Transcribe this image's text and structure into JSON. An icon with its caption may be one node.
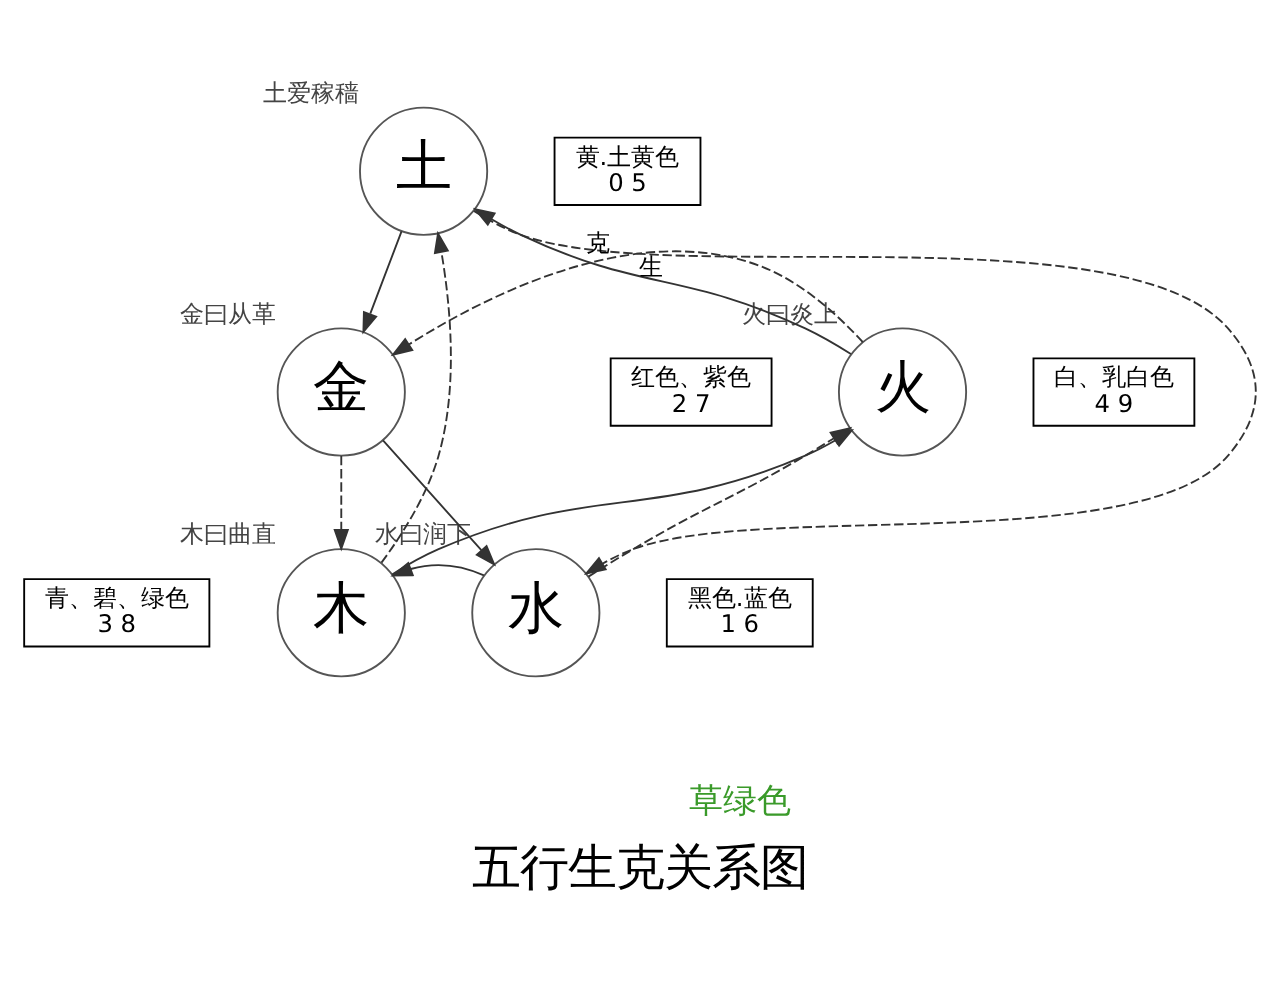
{
  "diagram": {
    "caption": "五行生克关系图",
    "nodes": [
      {
        "text": [
          "土"
        ],
        "beside": [
          "土爱稼穑"
        ]
      },
      {
        "text": [
          "火"
        ],
        "beside": [
          "火曰炎上"
        ]
      },
      {
        "text": [
          "金"
        ],
        "beside": [
          "金曰从革"
        ]
      },
      {
        "text": [
          "木"
        ],
        "beside": [
          "木曰曲直"
        ]
      },
      {
        "text": [
          "水"
        ],
        "beside": [
          "水曰润下"
        ]
      },
      {
        "text": [
          "黄.土黄色",
          "0 5"
        ]
      },
      {
        "text": [
          "红色、紫色",
          "2 7"
        ]
      },
      {
        "text": [
          "白、乳白色",
          "4 9"
        ]
      },
      {
        "text": [
          "青、碧、绿色",
          "3 8"
        ]
      },
      {
        "text": [
          "黑色.蓝色",
          "1 6"
        ]
      }
    ],
    "edges": [
      {
        "from": 3,
        "to": 1,
        "arrow": "to"
      },
      {
        "from": 1,
        "to": 0,
        "arrow": "to",
        "label": "生"
      },
      {
        "from": 0,
        "to": 2,
        "arrow": "to"
      },
      {
        "from": 2,
        "to": 4,
        "arrow": "to"
      },
      {
        "from": 4,
        "to": 3,
        "arrow": "to"
      },
      {
        "from": 1,
        "to": 2,
        "arrow": "to",
        "style": "dashed",
        "label": "克"
      },
      {
        "from": 2,
        "to": 3,
        "arrow": "to",
        "style": "dashed"
      },
      {
        "from": 3,
        "to": 0,
        "arrow": "to",
        "style": "dashed"
      },
      {
        "from": 0,
        "to": 4,
        "arrow": "to",
        "style": "dashed"
      },
      {
        "from": 4,
        "to": 1,
        "arrow": "to",
        "style": "dashed"
      }
    ],
    "labels": [
      "草绿色"
    ]
  }
}
